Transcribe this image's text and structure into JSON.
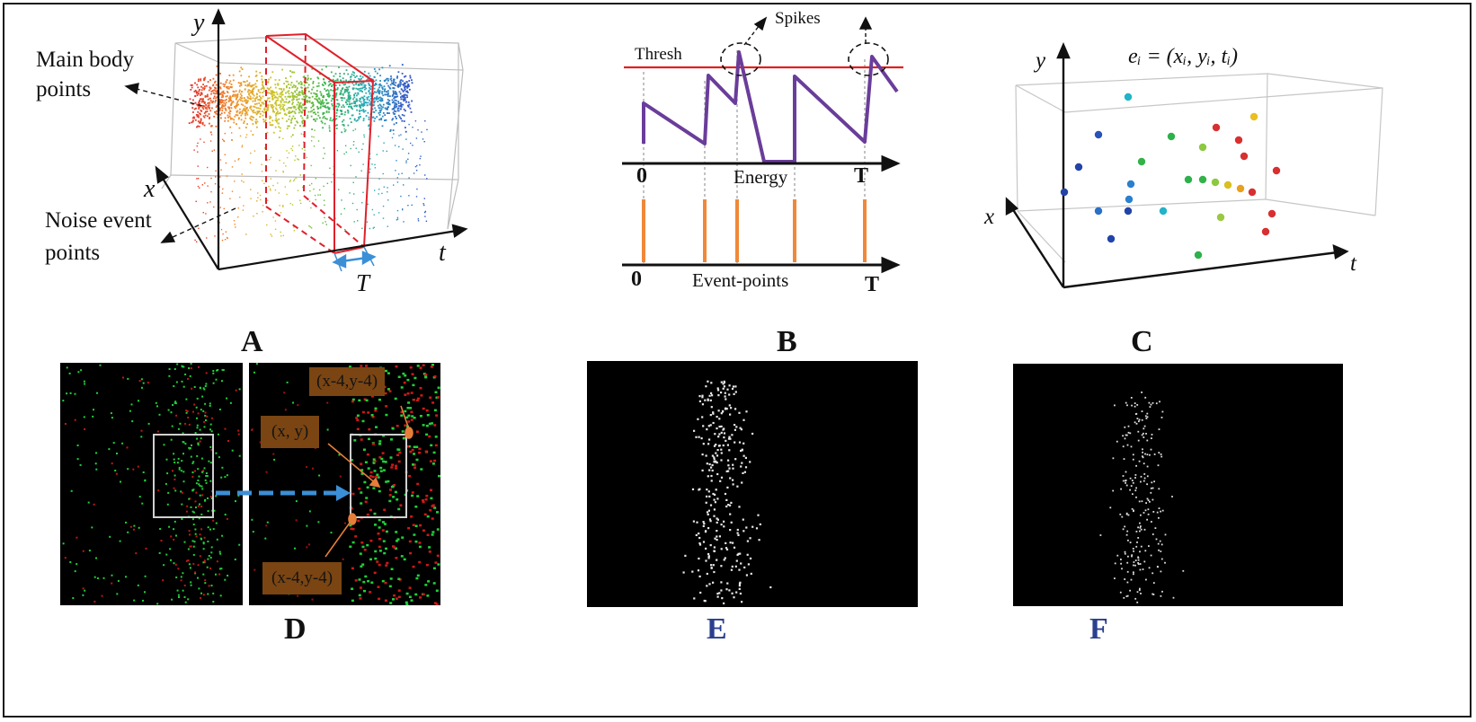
{
  "panels": {
    "A": {
      "letter": "A",
      "y_axis": "y",
      "x_axis": "x",
      "t_axis": "t",
      "main_body_line1": "Main body",
      "main_body_line2": "points",
      "noise_line1": "Noise event",
      "noise_line2": "points",
      "window_label": "T"
    },
    "B": {
      "letter": "B",
      "spikes": "Spikes",
      "thresh": "Thresh",
      "zero_top": "0",
      "energy": "Energy",
      "T_top": "T",
      "zero_bottom": "0",
      "event_points": "Event-points",
      "T_bottom": "T"
    },
    "C": {
      "letter": "C",
      "y_axis": "y",
      "x_axis": "x",
      "t_axis": "t",
      "formula": "eᵢ = (xᵢ, yᵢ, tᵢ)"
    },
    "D": {
      "letter": "D",
      "label_top": "(x-4,y-4)",
      "label_mid": "(x, y)",
      "label_bottom": "(x-4,y-4)"
    },
    "E": {
      "letter": "E"
    },
    "F": {
      "letter": "F"
    }
  },
  "colors": {
    "threshold_line": "#e02020",
    "energy_curve": "#6a3d9a",
    "event_bars": "#f0883a",
    "window_box": "#e0202a",
    "arrow_blue": "#3b8fd6",
    "label_box_bg": "#7a4512",
    "letter_blue": "#2a3f8f"
  }
}
